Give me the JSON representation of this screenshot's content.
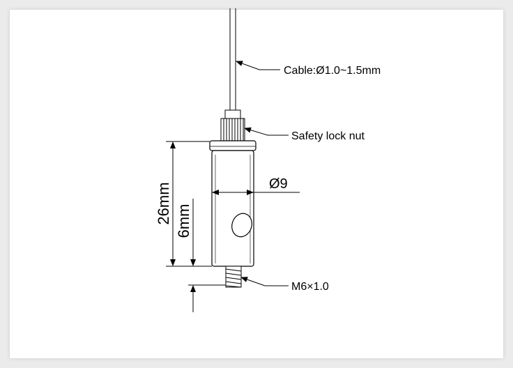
{
  "labels": {
    "cable": "Cable:Ø1.0~1.5mm",
    "lock_nut": "Safety lock nut",
    "diameter": "Ø9",
    "thread": "M6×1.0"
  },
  "dimensions": {
    "height_total": "26mm",
    "height_lower": "6mm"
  },
  "colors": {
    "background": "#ebebeb",
    "card": "#ffffff",
    "stroke": "#000000"
  }
}
